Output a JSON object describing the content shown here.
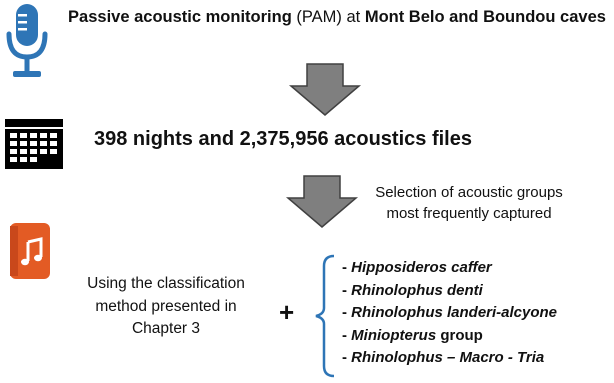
{
  "colors": {
    "mic": "#2e75b6",
    "calendar": "#000000",
    "music_book": "#e35b24",
    "arrow_fill": "#7f7f7f",
    "arrow_stroke": "#404040",
    "bracket": "#2e75b6"
  },
  "icons": [
    "microphone-icon",
    "calendar-icon",
    "music-book-icon",
    "down-arrow-icon",
    "plus-icon",
    "bracket-icon"
  ],
  "step1": {
    "part1": "Passive acoustic monitoring",
    "part2": " (PAM) at ",
    "part3": "Mont Belo and Boundou caves"
  },
  "step2": {
    "text": "398 nights and 2,375,956 acoustics files"
  },
  "step3": {
    "line1": "Selection of acoustic groups",
    "line2": "most frequently captured"
  },
  "method": {
    "line1": "Using the classification",
    "line2": "method presented in",
    "line3": "Chapter 3"
  },
  "plus": "+",
  "groups": [
    {
      "dash": "- ",
      "italic": "Hipposideros caffer",
      "rest": ""
    },
    {
      "dash": "- ",
      "italic": "Rhinolophus denti",
      "rest": ""
    },
    {
      "dash": "- ",
      "italic": "Rhinolophus landeri-alcyone",
      "rest": ""
    },
    {
      "dash": "- ",
      "italic": "Miniopterus",
      "rest": " group"
    },
    {
      "dash": "- ",
      "italic": "Rhinolophus – Macro - Tria",
      "rest": ""
    }
  ]
}
